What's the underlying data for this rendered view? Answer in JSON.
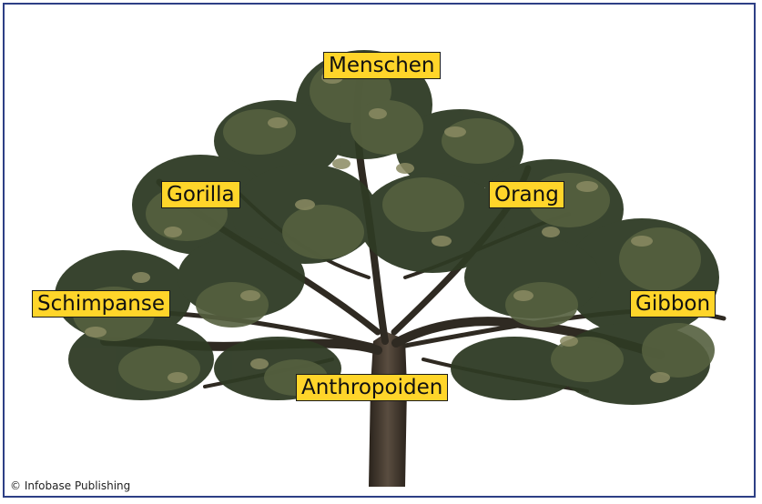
{
  "labels": {
    "menschen": "Menschen",
    "gorilla": "Gorilla",
    "orang": "Orang",
    "schimpanse": "Schimpanse",
    "gibbon": "Gibbon",
    "anthropoiden": "Anthropoiden"
  },
  "credit": "© Infobase Publishing",
  "colors": {
    "frame": "#2d3f85",
    "label_background": "#ffd52a",
    "foliage_dark": "#2e3a24",
    "foliage_mid": "#55603f",
    "foliage_light": "#8a8a62",
    "trunk": "#3a3128"
  }
}
